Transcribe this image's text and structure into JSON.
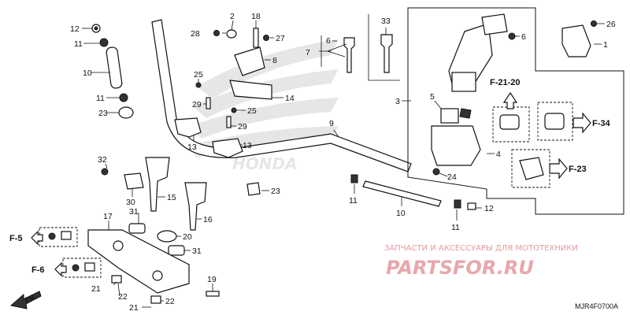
{
  "labels": {
    "l1": "1",
    "l2": "2",
    "l3": "3",
    "l4": "4",
    "l5": "5",
    "l6a": "6",
    "l6b": "6",
    "l7": "7",
    "l8": "8",
    "l9": "9",
    "l10a": "10",
    "l10b": "10",
    "l11a": "11",
    "l11b": "11",
    "l11c": "11",
    "l11d": "11",
    "l12a": "12",
    "l12b": "12",
    "l13a": "13",
    "l13b": "13",
    "l14": "14",
    "l15": "15",
    "l16": "16",
    "l17": "17",
    "l18": "18",
    "l19": "19",
    "l20": "20",
    "l21a": "21",
    "l21b": "21",
    "l22a": "22",
    "l22b": "22",
    "l23a": "23",
    "l23b": "23",
    "l24": "24",
    "l25a": "25",
    "l25b": "25",
    "l26": "26",
    "l27": "27",
    "l28": "28",
    "l29a": "29",
    "l29b": "29",
    "l30": "30",
    "l31a": "31",
    "l31b": "31",
    "l32": "32",
    "l33": "33"
  },
  "refs": {
    "f2120": "F-21-20",
    "f34": "F-34",
    "f23": "F-23",
    "f5": "F-5",
    "f6": "F-6"
  },
  "watermark": {
    "line1": "ЗАПЧАСТИ И АКСЕССУАРЫ ДЛЯ МОТОТЕХНИКИ",
    "line2": "PARTSFOR.RU"
  },
  "diagram_code": "MJR4F0700A",
  "direction": "FR.",
  "brand_watermark": "HONDA"
}
